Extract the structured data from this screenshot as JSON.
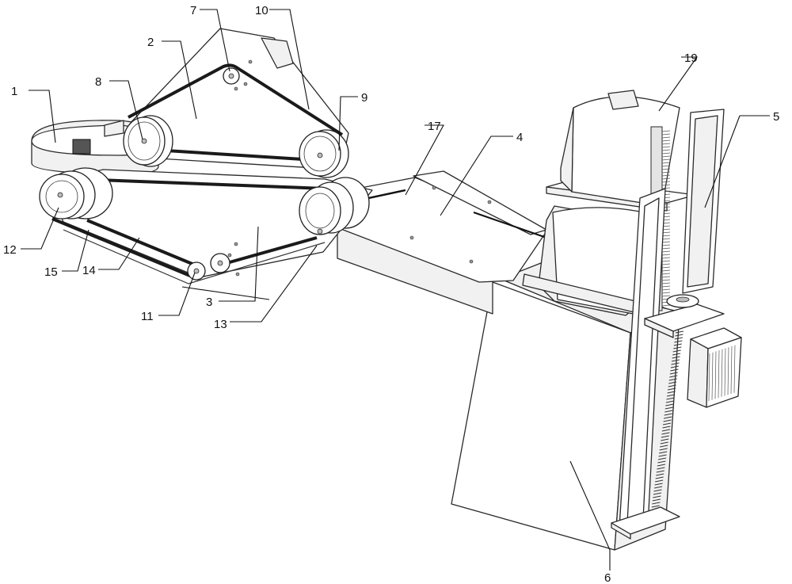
{
  "callouts": [
    {
      "id": "c1",
      "text": "1"
    },
    {
      "id": "c2",
      "text": "2"
    },
    {
      "id": "c3",
      "text": "3"
    },
    {
      "id": "c4",
      "text": "4"
    },
    {
      "id": "c5",
      "text": "5"
    },
    {
      "id": "c6",
      "text": "6"
    },
    {
      "id": "c7",
      "text": "7"
    },
    {
      "id": "c8",
      "text": "8"
    },
    {
      "id": "c9",
      "text": "9"
    },
    {
      "id": "c10",
      "text": "10"
    },
    {
      "id": "c11",
      "text": "11"
    },
    {
      "id": "c12",
      "text": "12"
    },
    {
      "id": "c13",
      "text": "13"
    },
    {
      "id": "c14",
      "text": "14"
    },
    {
      "id": "c15",
      "text": "15"
    },
    {
      "id": "c17",
      "text": "17"
    },
    {
      "id": "c19",
      "text": "19"
    }
  ]
}
